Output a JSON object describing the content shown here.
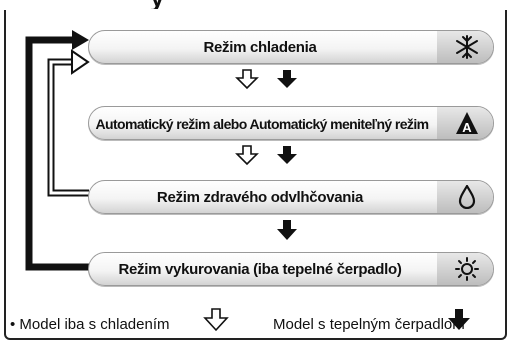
{
  "header": {
    "title_fragment": "y"
  },
  "modes": [
    {
      "label": "Režim chladenia",
      "icon": "snowflake-icon"
    },
    {
      "label": "Automatický režim alebo Automatický meniteľný režim",
      "icon": "auto-mode-icon"
    },
    {
      "label": "Režim zdravého odvlhčovania",
      "icon": "droplet-icon"
    },
    {
      "label": "Režim vykurovania (iba tepelné čerpadlo)",
      "icon": "sun-icon"
    }
  ],
  "legend": {
    "cooling_only": "• Model iba s chladením",
    "heat_pump": "Model s tepelným čerpadlom"
  }
}
